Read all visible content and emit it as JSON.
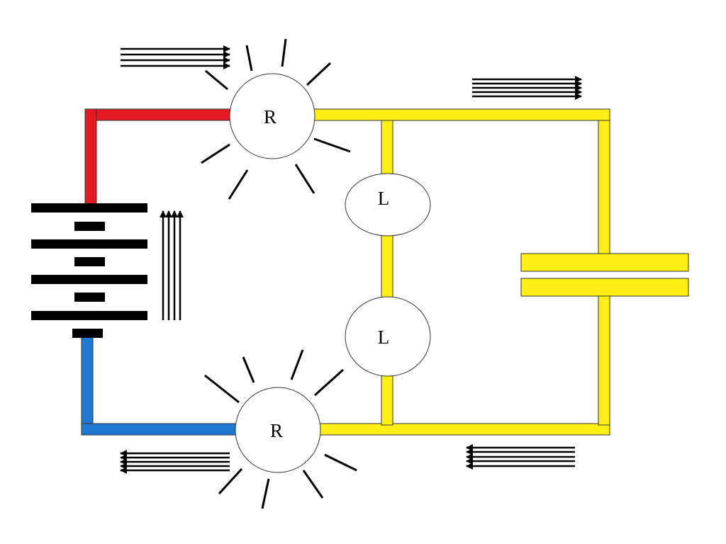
{
  "diagram": {
    "resistors": [
      {
        "label": "R",
        "glowing": true
      },
      {
        "label": "R",
        "glowing": true
      }
    ],
    "lamps": [
      {
        "label": "L"
      },
      {
        "label": "L"
      }
    ],
    "battery": {
      "cells": 4
    },
    "capacitor": {
      "plates": 2
    },
    "colors": {
      "positive_wire": "#e31a23",
      "negative_wire": "#1f78d2",
      "circuit_wire": "#ffef14",
      "outline": "#333333",
      "battery": "#000000",
      "arrow": "#000000",
      "component_fill": "#ffffff"
    },
    "current_arrows": [
      {
        "direction": "right",
        "lines": 4
      },
      {
        "direction": "right",
        "lines": 5
      },
      {
        "direction": "up",
        "lines": 4
      },
      {
        "direction": "left",
        "lines": 5
      },
      {
        "direction": "left",
        "lines": 5
      }
    ]
  }
}
